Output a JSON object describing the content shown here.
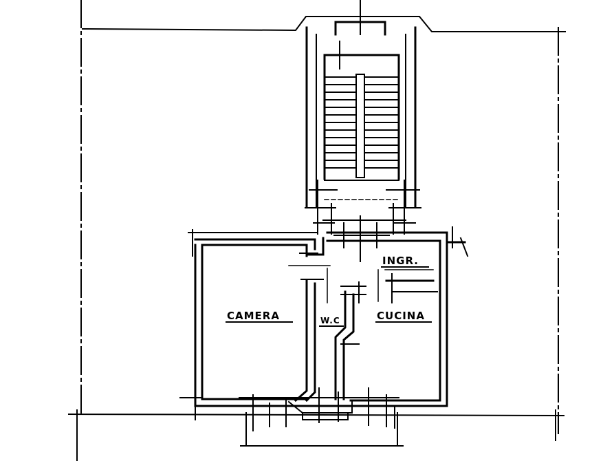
{
  "plan": {
    "rooms": {
      "camera": "CAMERA",
      "cucina": "CUCINA",
      "ingresso": "INGR.",
      "wc": "W.C"
    },
    "ink_color": "#000000",
    "background_color": "#ffffff"
  }
}
